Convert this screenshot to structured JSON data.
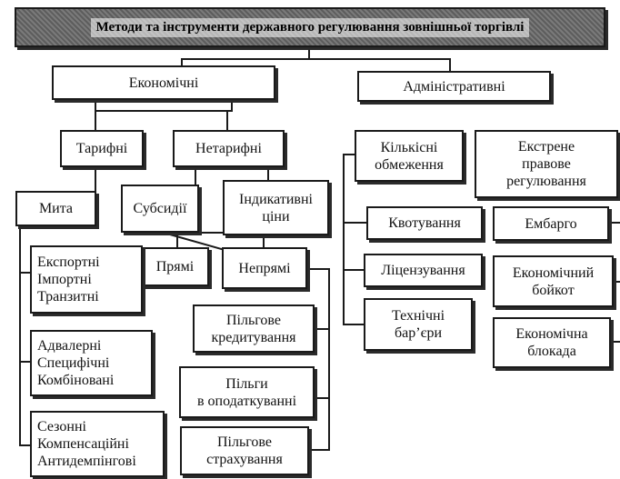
{
  "title": "Методи та інструменти державного регулювання зовнішньої торгівлі",
  "economic": "Економічні",
  "administrative": "Адміністративні",
  "tariff": "Тарифні",
  "nontariff": "Нетарифні",
  "duties": "Мита",
  "subsidies": "Субсидії",
  "indicative_prices": "Індикативні\nціни",
  "direct": "Прямі",
  "indirect": "Непрямі",
  "duties_by_direction": "Експортні\nІмпортні\nТранзитні",
  "duties_by_method": "Адвалерні\nСпецифічні\nКомбіновані",
  "duties_special": "Сезонні\nКомпенсаційні\nАнтидемпінгові",
  "preferential_credit": "Пільгове\nкредитування",
  "tax_benefits": "Пільги\nв оподаткуванні",
  "preferential_insurance": "Пільгове\nстрахування",
  "quantitative": "Кількісні\nобмеження",
  "quotas": "Квотування",
  "licensing": "Ліцензування",
  "technical_barriers": "Технічні\nбар’єри",
  "emergency": "Екстрене\nправове\nрегулювання",
  "embargo": "Ембарго",
  "boycott": "Економічний\nбойкот",
  "blockade": "Економічна\nблокада"
}
